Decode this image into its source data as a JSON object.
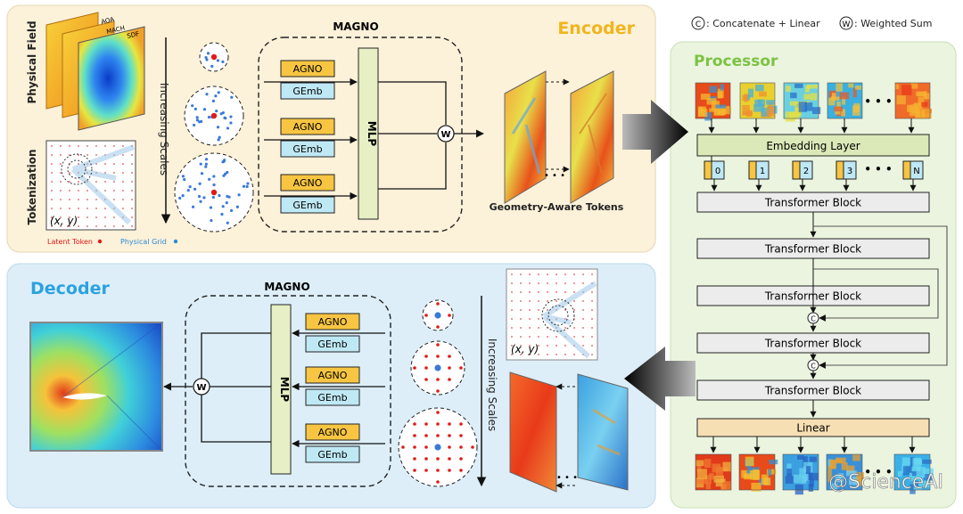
{
  "legend": {
    "concat_symbol": "C",
    "concat_label": ": Concatenate + Linear",
    "weighted_symbol": "W",
    "weighted_label": ": Weighted Sum"
  },
  "encoder": {
    "title": "Encoder",
    "magno_title": "MAGNO",
    "physical_field_label": "Physical Field",
    "field_layers": [
      "AOA",
      "MACH",
      "SDF"
    ],
    "tokenization_label": "Tokenization",
    "coord_label": "(x, y)",
    "latent_token_label": "Latent Token",
    "physical_grid_label": "Physical Grid",
    "increasing_scales": "Increasing Scales",
    "agno_label": "AGNO",
    "gemb_label": "GEmb",
    "mlp_label": "MLP",
    "w_symbol": "W",
    "ellipsis": "• • •",
    "tokens_label": "Geometry-Aware Tokens"
  },
  "processor": {
    "title": "Processor",
    "embedding_layer": "Embedding Layer",
    "token_indices": [
      "0",
      "1",
      "2",
      "3",
      "N"
    ],
    "ellipsis": "• • •",
    "transformer_block": "Transformer Block",
    "concat_symbol": "C",
    "linear": "Linear",
    "watermark": "@ScienceAI"
  },
  "decoder": {
    "title": "Decoder",
    "magno_title": "MAGNO",
    "agno_label": "AGNO",
    "gemb_label": "GEmb",
    "mlp_label": "MLP",
    "w_symbol": "W",
    "coord_label": "(x, y)",
    "increasing_scales": "Increasing Scales",
    "ellipsis": "• • •"
  },
  "colors": {
    "encoder_bg": "#fcf1d9",
    "processor_bg": "#eaf4df",
    "decoder_bg": "#ddeef8",
    "agno": "#f7c542",
    "gemb": "#bfe8f5",
    "mlp": "#e6f0c4",
    "embedding": "#dbe9b8",
    "linear": "#f7dfb4",
    "accent_green": "#7cc242",
    "accent_gold": "#f0b51e",
    "accent_blue": "#2aa2e0"
  }
}
